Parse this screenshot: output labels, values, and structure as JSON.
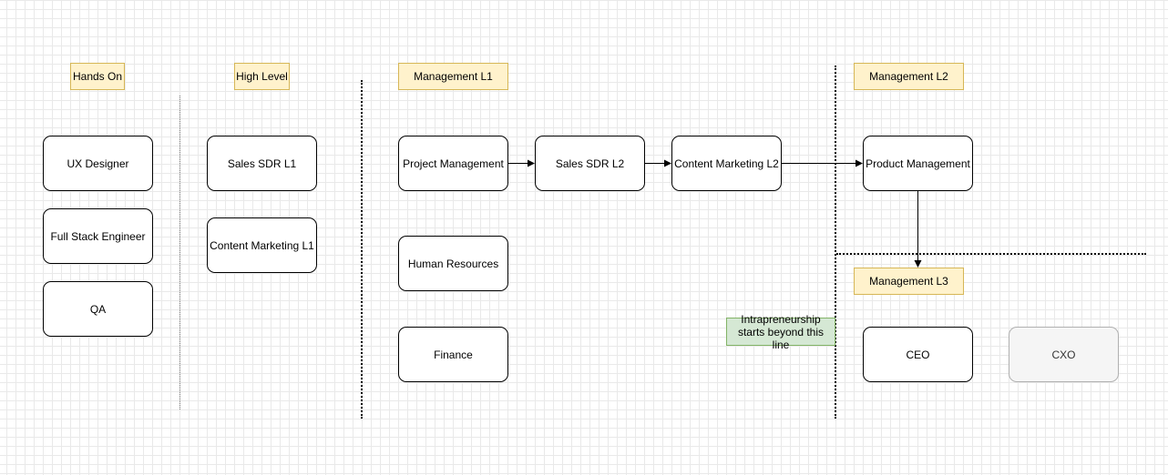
{
  "headers": {
    "hands_on": "Hands On",
    "high_level": "High Level",
    "management_l1": "Management L1",
    "management_l2": "Management L2",
    "management_l3": "Management L3"
  },
  "nodes": {
    "ux_designer": "UX Designer",
    "full_stack_engineer": "Full Stack Engineer",
    "qa": "QA",
    "sales_sdr_l1": "Sales SDR L1",
    "content_marketing_l1": "Content Marketing L1",
    "project_management": "Project Management",
    "sales_sdr_l2": "Sales SDR L2",
    "content_marketing_l2": "Content Marketing L2",
    "human_resources": "Human Resources",
    "finance": "Finance",
    "product_management": "Product Management",
    "ceo": "CEO",
    "cxo": "CXO"
  },
  "note": {
    "intrapreneurship": "Intrapreneurship starts beyond this line"
  },
  "colors": {
    "header_fill": "#fff2cc",
    "header_border": "#d6b656",
    "note_fill": "#d5e8d4",
    "note_border": "#82b366",
    "node_border": "#000000",
    "faded_node_border": "#b0b0b0",
    "faded_node_fill": "#f5f5f5"
  },
  "edges": [
    {
      "from": "project_management",
      "to": "sales_sdr_l2"
    },
    {
      "from": "sales_sdr_l2",
      "to": "content_marketing_l2"
    },
    {
      "from": "content_marketing_l2",
      "to": "product_management"
    },
    {
      "from": "product_management",
      "to": "management_l3"
    }
  ]
}
